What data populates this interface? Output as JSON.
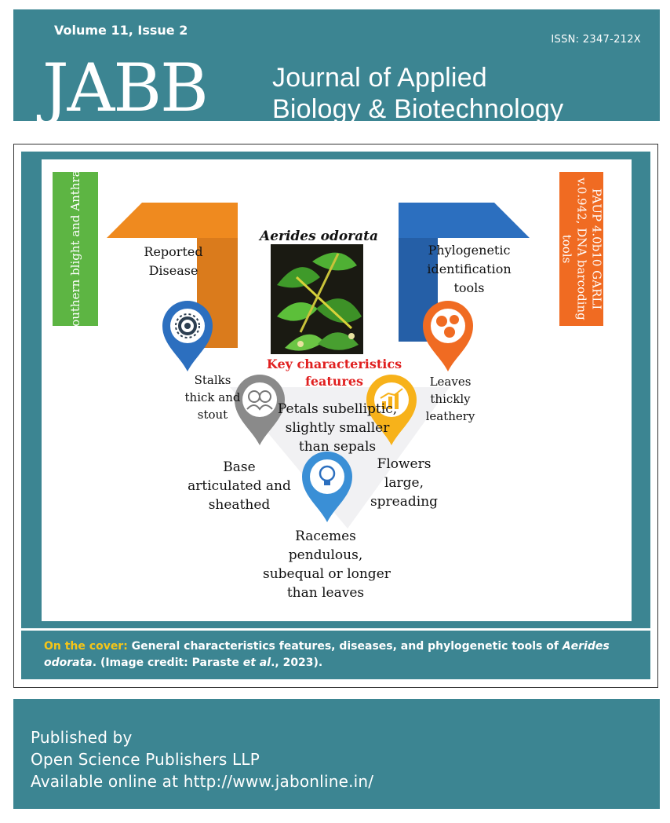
{
  "header": {
    "volume": "Volume 11, Issue 2",
    "issn": "ISSN: 2347-212X",
    "logo": "JABB",
    "journal_line1": "Journal of Applied",
    "journal_line2": "Biology & Biotechnology"
  },
  "cover": {
    "left_tag": "Southern blight and Anthrax",
    "right_tag": "PAUP 4.0b10 GARLI v.0.942, DNA barcoding tools",
    "title": "Aerides odorata",
    "reported": [
      "Reported",
      "Disease"
    ],
    "phylo": [
      "Phylogenetic",
      "identification",
      "tools"
    ],
    "key": [
      "Key characteristics",
      "features"
    ],
    "stalks": [
      "Stalks",
      "thick and",
      "stout"
    ],
    "leaves": [
      "Leaves",
      "thickly",
      "leathery"
    ],
    "petals": [
      "Petals subelliptic,",
      "slightly smaller",
      "than sepals"
    ],
    "base": [
      "Base",
      "articulated and",
      "sheathed"
    ],
    "flowers": [
      "Flowers",
      "large,",
      "spreading"
    ],
    "racemes": [
      "Racemes",
      "pendulous,",
      "subequal or longer",
      "than leaves"
    ]
  },
  "caption": {
    "label": "On the cover:",
    "text1": " General characteristics features, diseases, and phylogenetic tools of ",
    "species": "Aerides odorata",
    "text2": ". (Image credit: Paraste ",
    "etal": "et al",
    "text3": "., 2023)."
  },
  "footer": {
    "line1": "Published by",
    "line2": "Open Science Publishers LLP",
    "line3": "Available online at http://www.jabonline.in/"
  },
  "colors": {
    "teal": "#3c8592",
    "caption_label": "#f5c518",
    "orange": "#ef8a1f",
    "blue": "#2c6fbf",
    "green_tag": "#5db543",
    "orange_tag": "#f06b22",
    "key_red": "#e02020",
    "pin_gray": "#8a8a8a",
    "pin_yellow": "#f7b21a"
  }
}
